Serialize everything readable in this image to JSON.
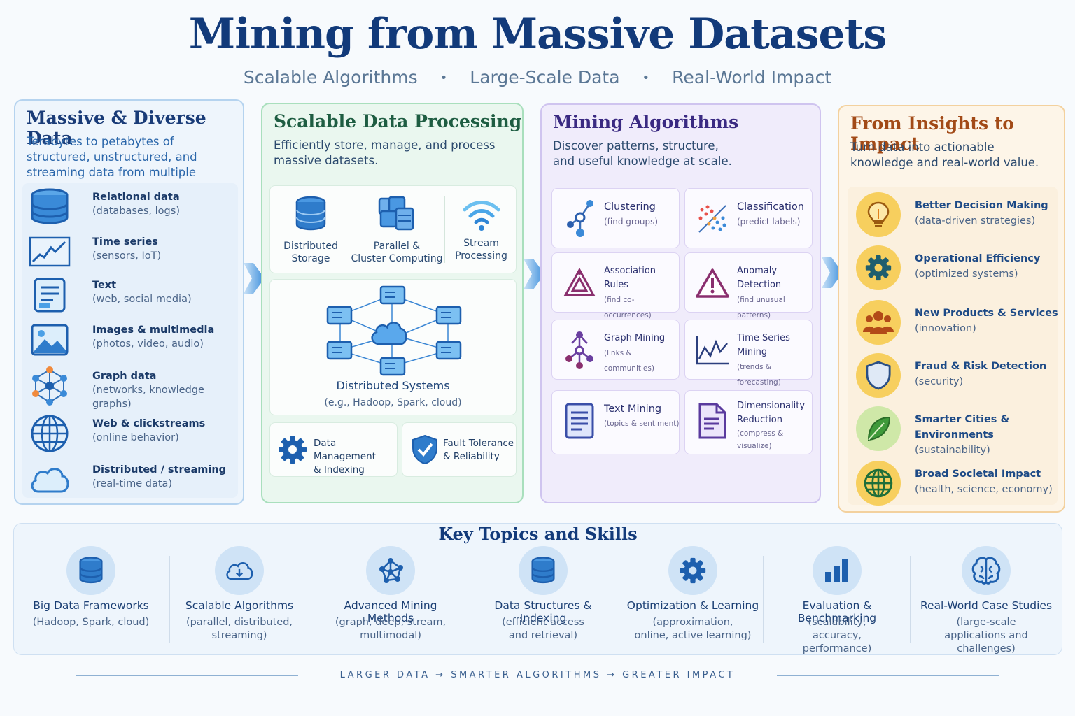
{
  "title": "Mining from Massive Datasets",
  "subtitle": [
    "Scalable Algorithms",
    "Large-Scale Data",
    "Real-World Impact"
  ],
  "subtitle_sep": "•",
  "panels": {
    "data": {
      "title": "Massive & Diverse Data",
      "desc": "Terabytes to petabytes of structured, unstructured, and streaming data from multiple sources.",
      "items": [
        {
          "name": "Relational data",
          "sub": "(databases, logs)",
          "icon": "database-icon"
        },
        {
          "name": "Time series",
          "sub": "(sensors, IoT)",
          "icon": "line-chart-icon"
        },
        {
          "name": "Text",
          "sub": "(web, social media)",
          "icon": "document-icon"
        },
        {
          "name": "Images & multimedia",
          "sub": "(photos, video, audio)",
          "icon": "image-icon"
        },
        {
          "name": "Graph data",
          "sub": "(networks, knowledge graphs)",
          "icon": "graph-icon"
        },
        {
          "name": "Web & clickstreams",
          "sub": "(online behavior)",
          "icon": "globe-icon"
        },
        {
          "name": "Distributed / streaming",
          "sub": "(real-time data)",
          "icon": "cloud-icon"
        }
      ]
    },
    "processing": {
      "title": "Scalable Data Processing",
      "desc": "Efficiently store, manage, and process massive datasets.",
      "top": [
        {
          "l1": "Distributed",
          "l2": "Storage",
          "icon": "database-icon"
        },
        {
          "l1": "Parallel &",
          "l2": "Cluster Computing",
          "icon": "cluster-icon"
        },
        {
          "l1": "Stream",
          "l2": "Processing",
          "icon": "wifi-icon"
        }
      ],
      "mid": {
        "title": "Distributed Systems",
        "sub": "(e.g., Hadoop, Spark, cloud)"
      },
      "bottom": [
        {
          "l1": "Data Management",
          "l2": "& Indexing",
          "icon": "gear-icon"
        },
        {
          "l1": "Fault Tolerance",
          "l2": "& Reliability",
          "icon": "shield-check-icon"
        }
      ]
    },
    "algorithms": {
      "title": "Mining Algorithms",
      "desc": "Discover patterns, structure, and useful knowledge at scale.",
      "items": [
        {
          "name": "Clustering",
          "sub": "(find groups)",
          "icon": "clustering-icon"
        },
        {
          "name": "Classification",
          "sub": "(predict labels)",
          "icon": "classification-icon"
        },
        {
          "name": "Association Rules",
          "sub": "(find co-occurrences)",
          "icon": "association-icon"
        },
        {
          "name": "Anomaly Detection",
          "sub": "(find unusual patterns)",
          "icon": "warning-icon"
        },
        {
          "name": "Graph Mining",
          "sub": "(links & communities)",
          "icon": "graph-mining-icon"
        },
        {
          "name": "Time Series Mining",
          "sub": "(trends & forecasting)",
          "icon": "trend-icon"
        },
        {
          "name": "Text Mining",
          "sub": "(topics & sentiment)",
          "icon": "text-doc-icon"
        },
        {
          "name": "Dimensionality Reduction",
          "sub": "(compress & visualize)",
          "icon": "reduce-doc-icon"
        }
      ]
    },
    "impact": {
      "title": "From Insights to Impact",
      "desc": "Turn data into actionable knowledge and real-world value.",
      "items": [
        {
          "name": "Better Decision Making",
          "sub": "(data-driven strategies)",
          "icon": "lightbulb-icon",
          "color": "#f7cf5e"
        },
        {
          "name": "Operational Efficiency",
          "sub": "(optimized systems)",
          "icon": "gear-icon",
          "color": "#f7cf5e"
        },
        {
          "name": "New Products & Services",
          "sub": "(innovation)",
          "icon": "people-icon",
          "color": "#f7cf5e"
        },
        {
          "name": "Fraud & Risk Detection",
          "sub": "(security)",
          "icon": "shield-icon",
          "color": "#f7cf5e"
        },
        {
          "name": "Smarter Cities & Environments",
          "sub": "(sustainability)",
          "icon": "leaf-icon",
          "color": "#cfe8a8"
        },
        {
          "name": "Broad Societal Impact",
          "sub": "(health, science, economy)",
          "icon": "globe-icon",
          "color": "#f7cf5e"
        }
      ]
    }
  },
  "key_topics": {
    "title": "Key Topics and Skills",
    "items": [
      {
        "name": "Big Data Frameworks",
        "sub": "(Hadoop, Spark, cloud)",
        "icon": "database-icon"
      },
      {
        "name": "Scalable Algorithms",
        "sub": "(parallel, distributed, streaming)",
        "icon": "cloud-download-icon"
      },
      {
        "name": "Advanced Mining Methods",
        "sub": "(graph, deep, stream, multimodal)",
        "icon": "network-icon"
      },
      {
        "name": "Data Structures & Indexing",
        "sub": "(efficient access and retrieval)",
        "icon": "database-icon"
      },
      {
        "name": "Optimization & Learning",
        "sub": "(approximation, online, active learning)",
        "icon": "gear-icon"
      },
      {
        "name": "Evaluation & Benchmarking",
        "sub": "(scalability, accuracy, performance)",
        "icon": "bar-chart-icon"
      },
      {
        "name": "Real-World Case Studies",
        "sub": "(large-scale applications and challenges)",
        "icon": "brain-icon"
      }
    ]
  },
  "footer": "LARGER DATA  →  SMARTER ALGORITHMS  →  GREATER IMPACT"
}
